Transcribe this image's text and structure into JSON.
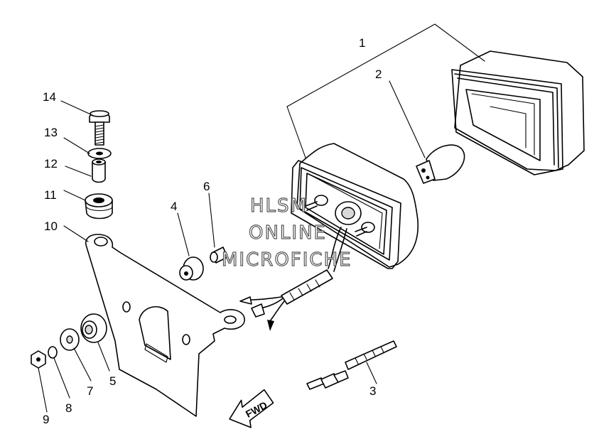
{
  "callouts": [
    {
      "id": "1",
      "text": "1"
    },
    {
      "id": "2",
      "text": "2"
    },
    {
      "id": "3",
      "text": "3"
    },
    {
      "id": "4",
      "text": "4"
    },
    {
      "id": "5",
      "text": "5"
    },
    {
      "id": "6",
      "text": "6"
    },
    {
      "id": "7",
      "text": "7"
    },
    {
      "id": "8",
      "text": "8"
    },
    {
      "id": "9",
      "text": "9"
    },
    {
      "id": "10",
      "text": "10"
    },
    {
      "id": "11",
      "text": "11"
    },
    {
      "id": "12",
      "text": "12"
    },
    {
      "id": "13",
      "text": "13"
    },
    {
      "id": "14",
      "text": "14"
    }
  ],
  "watermark": {
    "line1": "HLSM",
    "line2": "ONLINE",
    "line3": "MICROFICHE"
  },
  "direction_arrow": {
    "label": "FWD"
  }
}
